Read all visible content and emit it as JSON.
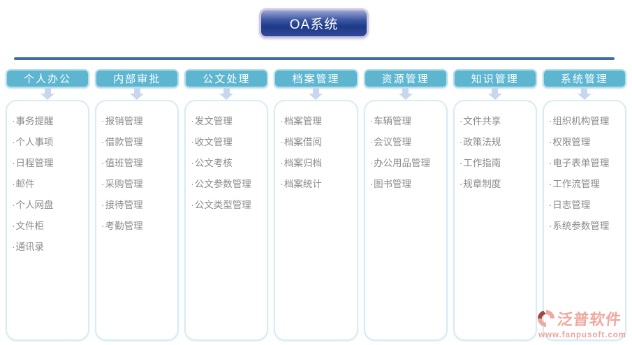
{
  "title": "OA系统",
  "columns": [
    {
      "header": "个人办公",
      "items": [
        "事务提醒",
        "个人事项",
        "日程管理",
        "邮件",
        "个人网盘",
        "文件柜",
        "通讯录"
      ]
    },
    {
      "header": "内部审批",
      "items": [
        "报销管理",
        "借款管理",
        "值班管理",
        "采购管理",
        "接待管理",
        "考勤管理"
      ]
    },
    {
      "header": "公文处理",
      "items": [
        "发文管理",
        "收文管理",
        "公文考核",
        "公文参数管理",
        "公文类型管理"
      ]
    },
    {
      "header": "档案管理",
      "items": [
        "档案管理",
        "档案借阅",
        "档案归档",
        "档案统计"
      ]
    },
    {
      "header": "资源管理",
      "items": [
        "车辆管理",
        "会议管理",
        "办公用品管理",
        "图书管理"
      ]
    },
    {
      "header": "知识管理",
      "items": [
        "文件共享",
        "政策法规",
        "工作指南",
        "规章制度"
      ]
    },
    {
      "header": "系统管理",
      "items": [
        "组织机构管理",
        "权限管理",
        "电子表单管理",
        "工作流管理",
        "日志管理",
        "系统参数管理"
      ]
    }
  ],
  "watermark": {
    "brand": "泛普软件",
    "url": "www.fanpusoft.com"
  },
  "colors": {
    "title_bg": "#1e3a86",
    "title_border": "#cdc7e2",
    "divider": "#3f6ca8",
    "header_bg": "#5db5d0",
    "header_border": "#b5dfeb",
    "arrow": "#c9d7ee",
    "panel_border": "#d8ecf3",
    "item_text": "#8b8b8b",
    "watermark_pink": "#f0a8a0"
  }
}
